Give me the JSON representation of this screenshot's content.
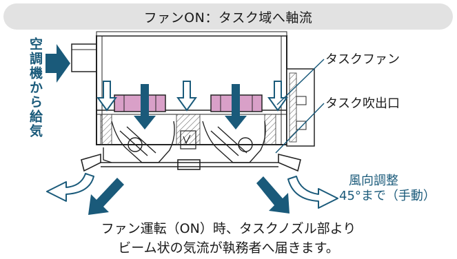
{
  "title": "ファンON：タスク域へ軸流",
  "side_label": "空調機から給気",
  "callouts": {
    "task_fan": "タスクファン",
    "task_outlet": "タスク吹出口",
    "direction_line1": "風向調整",
    "direction_line2": "45°まで（手動）"
  },
  "caption": {
    "line1": "ファン運転（ON）時、タスクノズル部より",
    "line2": "ビーム状の気流が執務者へ届きます。"
  },
  "colors": {
    "arrow_dark": "#1a5a7a",
    "fan_pink": "#d9a0c8",
    "title_bg": "#e2e2e2"
  }
}
